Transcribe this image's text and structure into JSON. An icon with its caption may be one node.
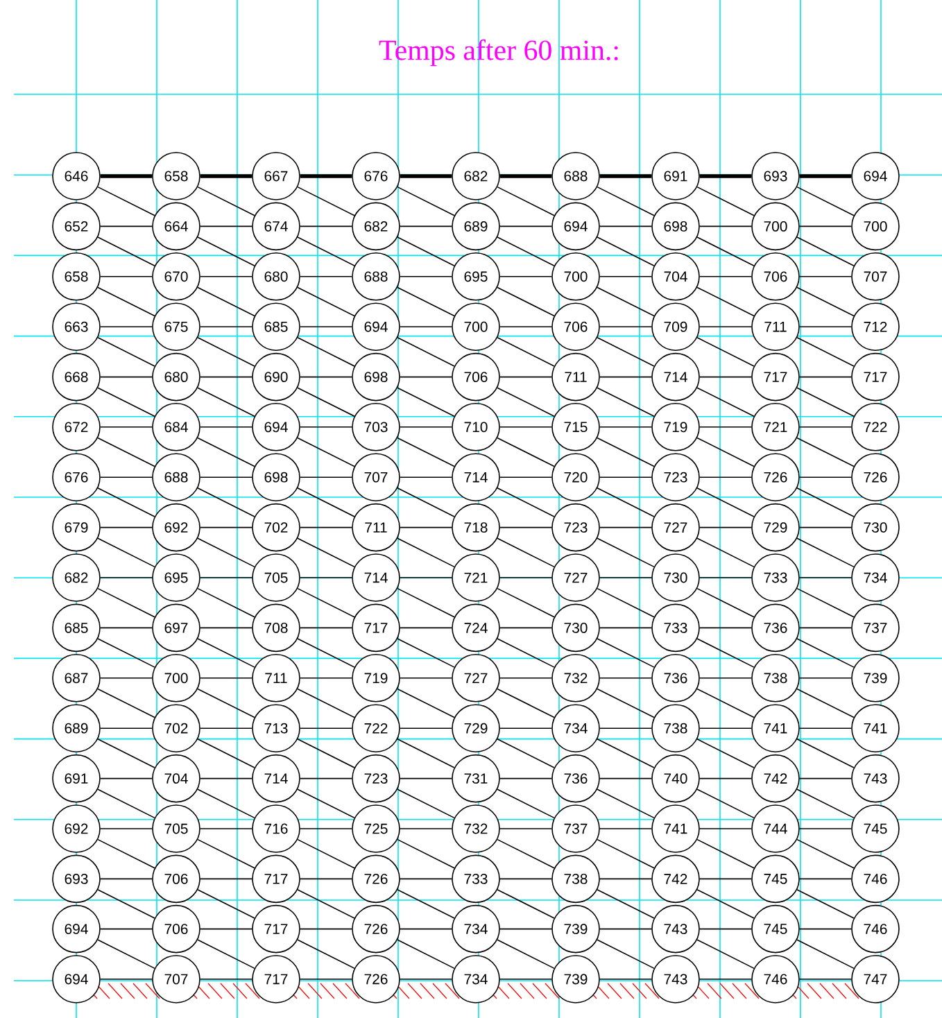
{
  "diagram": {
    "title": "Temps after 60 min.:",
    "nodes": [
      {
        "text": [
          "646"
        ]
      },
      {
        "text": [
          "658"
        ]
      },
      {
        "text": [
          "667"
        ]
      },
      {
        "text": [
          "676"
        ]
      },
      {
        "text": [
          "682"
        ]
      },
      {
        "text": [
          "688"
        ]
      },
      {
        "text": [
          "691"
        ]
      },
      {
        "text": [
          "693"
        ]
      },
      {
        "text": [
          "694"
        ]
      },
      {
        "text": [
          "652"
        ]
      },
      {
        "text": [
          "664"
        ]
      },
      {
        "text": [
          "674"
        ]
      },
      {
        "text": [
          "682"
        ]
      },
      {
        "text": [
          "689"
        ]
      },
      {
        "text": [
          "694"
        ]
      },
      {
        "text": [
          "698"
        ]
      },
      {
        "text": [
          "700"
        ]
      },
      {
        "text": [
          "700"
        ]
      },
      {
        "text": [
          "658"
        ]
      },
      {
        "text": [
          "670"
        ]
      },
      {
        "text": [
          "680"
        ]
      },
      {
        "text": [
          "688"
        ]
      },
      {
        "text": [
          "695"
        ]
      },
      {
        "text": [
          "700"
        ]
      },
      {
        "text": [
          "704"
        ]
      },
      {
        "text": [
          "706"
        ]
      },
      {
        "text": [
          "707"
        ]
      },
      {
        "text": [
          "663"
        ]
      },
      {
        "text": [
          "675"
        ]
      },
      {
        "text": [
          "685"
        ]
      },
      {
        "text": [
          "694"
        ]
      },
      {
        "text": [
          "700"
        ]
      },
      {
        "text": [
          "706"
        ]
      },
      {
        "text": [
          "709"
        ]
      },
      {
        "text": [
          "711"
        ]
      },
      {
        "text": [
          "712"
        ]
      },
      {
        "text": [
          "668"
        ]
      },
      {
        "text": [
          "680"
        ]
      },
      {
        "text": [
          "690"
        ]
      },
      {
        "text": [
          "698"
        ]
      },
      {
        "text": [
          "706"
        ]
      },
      {
        "text": [
          "711"
        ]
      },
      {
        "text": [
          "714"
        ]
      },
      {
        "text": [
          "717"
        ]
      },
      {
        "text": [
          "717"
        ]
      },
      {
        "text": [
          "672"
        ]
      },
      {
        "text": [
          "684"
        ]
      },
      {
        "text": [
          "694"
        ]
      },
      {
        "text": [
          "703"
        ]
      },
      {
        "text": [
          "710"
        ]
      },
      {
        "text": [
          "715"
        ]
      },
      {
        "text": [
          "719"
        ]
      },
      {
        "text": [
          "721"
        ]
      },
      {
        "text": [
          "722"
        ]
      },
      {
        "text": [
          "676"
        ]
      },
      {
        "text": [
          "688"
        ]
      },
      {
        "text": [
          "698"
        ]
      },
      {
        "text": [
          "707"
        ]
      },
      {
        "text": [
          "714"
        ]
      },
      {
        "text": [
          "720"
        ]
      },
      {
        "text": [
          "723"
        ]
      },
      {
        "text": [
          "726"
        ]
      },
      {
        "text": [
          "726"
        ]
      },
      {
        "text": [
          "679"
        ]
      },
      {
        "text": [
          "692"
        ]
      },
      {
        "text": [
          "702"
        ]
      },
      {
        "text": [
          "711"
        ]
      },
      {
        "text": [
          "718"
        ]
      },
      {
        "text": [
          "723"
        ]
      },
      {
        "text": [
          "727"
        ]
      },
      {
        "text": [
          "729"
        ]
      },
      {
        "text": [
          "730"
        ]
      },
      {
        "text": [
          "682"
        ]
      },
      {
        "text": [
          "695"
        ]
      },
      {
        "text": [
          "705"
        ]
      },
      {
        "text": [
          "714"
        ]
      },
      {
        "text": [
          "721"
        ]
      },
      {
        "text": [
          "727"
        ]
      },
      {
        "text": [
          "730"
        ]
      },
      {
        "text": [
          "733"
        ]
      },
      {
        "text": [
          "734"
        ]
      },
      {
        "text": [
          "685"
        ]
      },
      {
        "text": [
          "697"
        ]
      },
      {
        "text": [
          "708"
        ]
      },
      {
        "text": [
          "717"
        ]
      },
      {
        "text": [
          "724"
        ]
      },
      {
        "text": [
          "730"
        ]
      },
      {
        "text": [
          "733"
        ]
      },
      {
        "text": [
          "736"
        ]
      },
      {
        "text": [
          "737"
        ]
      },
      {
        "text": [
          "687"
        ]
      },
      {
        "text": [
          "700"
        ]
      },
      {
        "text": [
          "711"
        ]
      },
      {
        "text": [
          "719"
        ]
      },
      {
        "text": [
          "727"
        ]
      },
      {
        "text": [
          "732"
        ]
      },
      {
        "text": [
          "736"
        ]
      },
      {
        "text": [
          "738"
        ]
      },
      {
        "text": [
          "739"
        ]
      },
      {
        "text": [
          "689"
        ]
      },
      {
        "text": [
          "702"
        ]
      },
      {
        "text": [
          "713"
        ]
      },
      {
        "text": [
          "722"
        ]
      },
      {
        "text": [
          "729"
        ]
      },
      {
        "text": [
          "734"
        ]
      },
      {
        "text": [
          "738"
        ]
      },
      {
        "text": [
          "741"
        ]
      },
      {
        "text": [
          "741"
        ]
      },
      {
        "text": [
          "691"
        ]
      },
      {
        "text": [
          "704"
        ]
      },
      {
        "text": [
          "714"
        ]
      },
      {
        "text": [
          "723"
        ]
      },
      {
        "text": [
          "731"
        ]
      },
      {
        "text": [
          "736"
        ]
      },
      {
        "text": [
          "740"
        ]
      },
      {
        "text": [
          "742"
        ]
      },
      {
        "text": [
          "743"
        ]
      },
      {
        "text": [
          "692"
        ]
      },
      {
        "text": [
          "705"
        ]
      },
      {
        "text": [
          "716"
        ]
      },
      {
        "text": [
          "725"
        ]
      },
      {
        "text": [
          "732"
        ]
      },
      {
        "text": [
          "737"
        ]
      },
      {
        "text": [
          "741"
        ]
      },
      {
        "text": [
          "744"
        ]
      },
      {
        "text": [
          "745"
        ]
      },
      {
        "text": [
          "693"
        ]
      },
      {
        "text": [
          "706"
        ]
      },
      {
        "text": [
          "717"
        ]
      },
      {
        "text": [
          "726"
        ]
      },
      {
        "text": [
          "733"
        ]
      },
      {
        "text": [
          "738"
        ]
      },
      {
        "text": [
          "742"
        ]
      },
      {
        "text": [
          "745"
        ]
      },
      {
        "text": [
          "746"
        ]
      },
      {
        "text": [
          "694"
        ]
      },
      {
        "text": [
          "706"
        ]
      },
      {
        "text": [
          "717"
        ]
      },
      {
        "text": [
          "726"
        ]
      },
      {
        "text": [
          "734"
        ]
      },
      {
        "text": [
          "739"
        ]
      },
      {
        "text": [
          "743"
        ]
      },
      {
        "text": [
          "745"
        ]
      },
      {
        "text": [
          "746"
        ]
      },
      {
        "text": [
          "694"
        ]
      },
      {
        "text": [
          "707"
        ]
      },
      {
        "text": [
          "717"
        ]
      },
      {
        "text": [
          "726"
        ]
      },
      {
        "text": [
          "734"
        ]
      },
      {
        "text": [
          "739"
        ]
      },
      {
        "text": [
          "743"
        ]
      },
      {
        "text": [
          "746"
        ]
      },
      {
        "text": [
          "747"
        ]
      }
    ],
    "edges": [
      {
        "from": 0,
        "to": 1,
        "arrow": "none",
        "style": "thick"
      },
      {
        "from": 1,
        "to": 2,
        "arrow": "none",
        "style": "thick"
      },
      {
        "from": 2,
        "to": 3,
        "arrow": "none",
        "style": "thick"
      },
      {
        "from": 3,
        "to": 4,
        "arrow": "none",
        "style": "thick"
      },
      {
        "from": 4,
        "to": 5,
        "arrow": "none",
        "style": "thick"
      },
      {
        "from": 5,
        "to": 6,
        "arrow": "none",
        "style": "thick"
      },
      {
        "from": 6,
        "to": 7,
        "arrow": "none",
        "style": "thick"
      },
      {
        "from": 7,
        "to": 8,
        "arrow": "none",
        "style": "thick"
      },
      {
        "from": 0,
        "to": 10,
        "arrow": "none"
      },
      {
        "from": 1,
        "to": 11,
        "arrow": "none"
      },
      {
        "from": 2,
        "to": 12,
        "arrow": "none"
      },
      {
        "from": 3,
        "to": 13,
        "arrow": "none"
      },
      {
        "from": 4,
        "to": 14,
        "arrow": "none"
      },
      {
        "from": 5,
        "to": 15,
        "arrow": "none"
      },
      {
        "from": 6,
        "to": 16,
        "arrow": "none"
      },
      {
        "from": 7,
        "to": 17,
        "arrow": "none"
      },
      {
        "from": 9,
        "to": 10,
        "arrow": "none"
      },
      {
        "from": 10,
        "to": 11,
        "arrow": "none"
      },
      {
        "from": 11,
        "to": 12,
        "arrow": "none"
      },
      {
        "from": 12,
        "to": 13,
        "arrow": "none"
      },
      {
        "from": 13,
        "to": 14,
        "arrow": "none"
      },
      {
        "from": 14,
        "to": 15,
        "arrow": "none"
      },
      {
        "from": 15,
        "to": 16,
        "arrow": "none"
      },
      {
        "from": 16,
        "to": 17,
        "arrow": "none"
      },
      {
        "from": 9,
        "to": 19,
        "arrow": "none"
      },
      {
        "from": 10,
        "to": 20,
        "arrow": "none"
      },
      {
        "from": 11,
        "to": 21,
        "arrow": "none"
      },
      {
        "from": 12,
        "to": 22,
        "arrow": "none"
      },
      {
        "from": 13,
        "to": 23,
        "arrow": "none"
      },
      {
        "from": 14,
        "to": 24,
        "arrow": "none"
      },
      {
        "from": 15,
        "to": 25,
        "arrow": "none"
      },
      {
        "from": 16,
        "to": 26,
        "arrow": "none"
      },
      {
        "from": 18,
        "to": 19,
        "arrow": "none"
      },
      {
        "from": 19,
        "to": 20,
        "arrow": "none"
      },
      {
        "from": 20,
        "to": 21,
        "arrow": "none"
      },
      {
        "from": 21,
        "to": 22,
        "arrow": "none"
      },
      {
        "from": 22,
        "to": 23,
        "arrow": "none"
      },
      {
        "from": 23,
        "to": 24,
        "arrow": "none"
      },
      {
        "from": 24,
        "to": 25,
        "arrow": "none"
      },
      {
        "from": 25,
        "to": 26,
        "arrow": "none"
      },
      {
        "from": 18,
        "to": 28,
        "arrow": "none"
      },
      {
        "from": 19,
        "to": 29,
        "arrow": "none"
      },
      {
        "from": 20,
        "to": 30,
        "arrow": "none"
      },
      {
        "from": 21,
        "to": 31,
        "arrow": "none"
      },
      {
        "from": 22,
        "to": 32,
        "arrow": "none"
      },
      {
        "from": 23,
        "to": 33,
        "arrow": "none"
      },
      {
        "from": 24,
        "to": 34,
        "arrow": "none"
      },
      {
        "from": 25,
        "to": 35,
        "arrow": "none"
      },
      {
        "from": 27,
        "to": 28,
        "arrow": "none"
      },
      {
        "from": 28,
        "to": 29,
        "arrow": "none"
      },
      {
        "from": 29,
        "to": 30,
        "arrow": "none"
      },
      {
        "from": 30,
        "to": 31,
        "arrow": "none"
      },
      {
        "from": 31,
        "to": 32,
        "arrow": "none"
      },
      {
        "from": 32,
        "to": 33,
        "arrow": "none"
      },
      {
        "from": 33,
        "to": 34,
        "arrow": "none"
      },
      {
        "from": 34,
        "to": 35,
        "arrow": "none"
      },
      {
        "from": 27,
        "to": 37,
        "arrow": "none"
      },
      {
        "from": 28,
        "to": 38,
        "arrow": "none"
      },
      {
        "from": 29,
        "to": 39,
        "arrow": "none"
      },
      {
        "from": 30,
        "to": 40,
        "arrow": "none"
      },
      {
        "from": 31,
        "to": 41,
        "arrow": "none"
      },
      {
        "from": 32,
        "to": 42,
        "arrow": "none"
      },
      {
        "from": 33,
        "to": 43,
        "arrow": "none"
      },
      {
        "from": 34,
        "to": 44,
        "arrow": "none"
      },
      {
        "from": 36,
        "to": 37,
        "arrow": "none"
      },
      {
        "from": 37,
        "to": 38,
        "arrow": "none"
      },
      {
        "from": 38,
        "to": 39,
        "arrow": "none"
      },
      {
        "from": 39,
        "to": 40,
        "arrow": "none"
      },
      {
        "from": 40,
        "to": 41,
        "arrow": "none"
      },
      {
        "from": 41,
        "to": 42,
        "arrow": "none"
      },
      {
        "from": 42,
        "to": 43,
        "arrow": "none"
      },
      {
        "from": 43,
        "to": 44,
        "arrow": "none"
      },
      {
        "from": 36,
        "to": 46,
        "arrow": "none"
      },
      {
        "from": 37,
        "to": 47,
        "arrow": "none"
      },
      {
        "from": 38,
        "to": 48,
        "arrow": "none"
      },
      {
        "from": 39,
        "to": 49,
        "arrow": "none"
      },
      {
        "from": 40,
        "to": 50,
        "arrow": "none"
      },
      {
        "from": 41,
        "to": 51,
        "arrow": "none"
      },
      {
        "from": 42,
        "to": 52,
        "arrow": "none"
      },
      {
        "from": 43,
        "to": 53,
        "arrow": "none"
      },
      {
        "from": 45,
        "to": 46,
        "arrow": "none"
      },
      {
        "from": 46,
        "to": 47,
        "arrow": "none"
      },
      {
        "from": 47,
        "to": 48,
        "arrow": "none"
      },
      {
        "from": 48,
        "to": 49,
        "arrow": "none"
      },
      {
        "from": 49,
        "to": 50,
        "arrow": "none"
      },
      {
        "from": 50,
        "to": 51,
        "arrow": "none"
      },
      {
        "from": 51,
        "to": 52,
        "arrow": "none"
      },
      {
        "from": 52,
        "to": 53,
        "arrow": "none"
      },
      {
        "from": 45,
        "to": 55,
        "arrow": "none"
      },
      {
        "from": 46,
        "to": 56,
        "arrow": "none"
      },
      {
        "from": 47,
        "to": 57,
        "arrow": "none"
      },
      {
        "from": 48,
        "to": 58,
        "arrow": "none"
      },
      {
        "from": 49,
        "to": 59,
        "arrow": "none"
      },
      {
        "from": 50,
        "to": 60,
        "arrow": "none"
      },
      {
        "from": 51,
        "to": 61,
        "arrow": "none"
      },
      {
        "from": 52,
        "to": 62,
        "arrow": "none"
      },
      {
        "from": 54,
        "to": 55,
        "arrow": "none"
      },
      {
        "from": 55,
        "to": 56,
        "arrow": "none"
      },
      {
        "from": 56,
        "to": 57,
        "arrow": "none"
      },
      {
        "from": 57,
        "to": 58,
        "arrow": "none"
      },
      {
        "from": 58,
        "to": 59,
        "arrow": "none"
      },
      {
        "from": 59,
        "to": 60,
        "arrow": "none"
      },
      {
        "from": 60,
        "to": 61,
        "arrow": "none"
      },
      {
        "from": 61,
        "to": 62,
        "arrow": "none"
      },
      {
        "from": 54,
        "to": 64,
        "arrow": "none"
      },
      {
        "from": 55,
        "to": 65,
        "arrow": "none"
      },
      {
        "from": 56,
        "to": 66,
        "arrow": "none"
      },
      {
        "from": 57,
        "to": 67,
        "arrow": "none"
      },
      {
        "from": 58,
        "to": 68,
        "arrow": "none"
      },
      {
        "from": 59,
        "to": 69,
        "arrow": "none"
      },
      {
        "from": 60,
        "to": 70,
        "arrow": "none"
      },
      {
        "from": 61,
        "to": 71,
        "arrow": "none"
      },
      {
        "from": 63,
        "to": 64,
        "arrow": "none"
      },
      {
        "from": 64,
        "to": 65,
        "arrow": "none"
      },
      {
        "from": 65,
        "to": 66,
        "arrow": "none"
      },
      {
        "from": 66,
        "to": 67,
        "arrow": "none"
      },
      {
        "from": 67,
        "to": 68,
        "arrow": "none"
      },
      {
        "from": 68,
        "to": 69,
        "arrow": "none"
      },
      {
        "from": 69,
        "to": 70,
        "arrow": "none"
      },
      {
        "from": 70,
        "to": 71,
        "arrow": "none"
      },
      {
        "from": 63,
        "to": 73,
        "arrow": "none"
      },
      {
        "from": 64,
        "to": 74,
        "arrow": "none"
      },
      {
        "from": 65,
        "to": 75,
        "arrow": "none"
      },
      {
        "from": 66,
        "to": 76,
        "arrow": "none"
      },
      {
        "from": 67,
        "to": 77,
        "arrow": "none"
      },
      {
        "from": 68,
        "to": 78,
        "arrow": "none"
      },
      {
        "from": 69,
        "to": 79,
        "arrow": "none"
      },
      {
        "from": 70,
        "to": 80,
        "arrow": "none"
      },
      {
        "from": 72,
        "to": 73,
        "arrow": "none"
      },
      {
        "from": 73,
        "to": 74,
        "arrow": "none"
      },
      {
        "from": 74,
        "to": 75,
        "arrow": "none"
      },
      {
        "from": 75,
        "to": 76,
        "arrow": "none"
      },
      {
        "from": 76,
        "to": 77,
        "arrow": "none"
      },
      {
        "from": 77,
        "to": 78,
        "arrow": "none"
      },
      {
        "from": 78,
        "to": 79,
        "arrow": "none"
      },
      {
        "from": 79,
        "to": 80,
        "arrow": "none"
      },
      {
        "from": 72,
        "to": 82,
        "arrow": "none"
      },
      {
        "from": 73,
        "to": 83,
        "arrow": "none"
      },
      {
        "from": 74,
        "to": 84,
        "arrow": "none"
      },
      {
        "from": 75,
        "to": 85,
        "arrow": "none"
      },
      {
        "from": 76,
        "to": 86,
        "arrow": "none"
      },
      {
        "from": 77,
        "to": 87,
        "arrow": "none"
      },
      {
        "from": 78,
        "to": 88,
        "arrow": "none"
      },
      {
        "from": 79,
        "to": 89,
        "arrow": "none"
      },
      {
        "from": 81,
        "to": 82,
        "arrow": "none"
      },
      {
        "from": 82,
        "to": 83,
        "arrow": "none"
      },
      {
        "from": 83,
        "to": 84,
        "arrow": "none"
      },
      {
        "from": 84,
        "to": 85,
        "arrow": "none"
      },
      {
        "from": 85,
        "to": 86,
        "arrow": "none"
      },
      {
        "from": 86,
        "to": 87,
        "arrow": "none"
      },
      {
        "from": 87,
        "to": 88,
        "arrow": "none"
      },
      {
        "from": 88,
        "to": 89,
        "arrow": "none"
      },
      {
        "from": 81,
        "to": 91,
        "arrow": "none"
      },
      {
        "from": 82,
        "to": 92,
        "arrow": "none"
      },
      {
        "from": 83,
        "to": 93,
        "arrow": "none"
      },
      {
        "from": 84,
        "to": 94,
        "arrow": "none"
      },
      {
        "from": 85,
        "to": 95,
        "arrow": "none"
      },
      {
        "from": 86,
        "to": 96,
        "arrow": "none"
      },
      {
        "from": 87,
        "to": 97,
        "arrow": "none"
      },
      {
        "from": 88,
        "to": 98,
        "arrow": "none"
      },
      {
        "from": 90,
        "to": 91,
        "arrow": "none"
      },
      {
        "from": 91,
        "to": 92,
        "arrow": "none"
      },
      {
        "from": 92,
        "to": 93,
        "arrow": "none"
      },
      {
        "from": 93,
        "to": 94,
        "arrow": "none"
      },
      {
        "from": 94,
        "to": 95,
        "arrow": "none"
      },
      {
        "from": 95,
        "to": 96,
        "arrow": "none"
      },
      {
        "from": 96,
        "to": 97,
        "arrow": "none"
      },
      {
        "from": 97,
        "to": 98,
        "arrow": "none"
      },
      {
        "from": 90,
        "to": 100,
        "arrow": "none"
      },
      {
        "from": 91,
        "to": 101,
        "arrow": "none"
      },
      {
        "from": 92,
        "to": 102,
        "arrow": "none"
      },
      {
        "from": 93,
        "to": 103,
        "arrow": "none"
      },
      {
        "from": 94,
        "to": 104,
        "arrow": "none"
      },
      {
        "from": 95,
        "to": 105,
        "arrow": "none"
      },
      {
        "from": 96,
        "to": 106,
        "arrow": "none"
      },
      {
        "from": 97,
        "to": 107,
        "arrow": "none"
      },
      {
        "from": 99,
        "to": 100,
        "arrow": "none"
      },
      {
        "from": 100,
        "to": 101,
        "arrow": "none"
      },
      {
        "from": 101,
        "to": 102,
        "arrow": "none"
      },
      {
        "from": 102,
        "to": 103,
        "arrow": "none"
      },
      {
        "from": 103,
        "to": 104,
        "arrow": "none"
      },
      {
        "from": 104,
        "to": 105,
        "arrow": "none"
      },
      {
        "from": 105,
        "to": 106,
        "arrow": "none"
      },
      {
        "from": 106,
        "to": 107,
        "arrow": "none"
      },
      {
        "from": 99,
        "to": 109,
        "arrow": "none"
      },
      {
        "from": 100,
        "to": 110,
        "arrow": "none"
      },
      {
        "from": 101,
        "to": 111,
        "arrow": "none"
      },
      {
        "from": 102,
        "to": 112,
        "arrow": "none"
      },
      {
        "from": 103,
        "to": 113,
        "arrow": "none"
      },
      {
        "from": 104,
        "to": 114,
        "arrow": "none"
      },
      {
        "from": 105,
        "to": 115,
        "arrow": "none"
      },
      {
        "from": 106,
        "to": 116,
        "arrow": "none"
      },
      {
        "from": 108,
        "to": 109,
        "arrow": "none"
      },
      {
        "from": 109,
        "to": 110,
        "arrow": "none"
      },
      {
        "from": 110,
        "to": 111,
        "arrow": "none"
      },
      {
        "from": 111,
        "to": 112,
        "arrow": "none"
      },
      {
        "from": 112,
        "to": 113,
        "arrow": "none"
      },
      {
        "from": 113,
        "to": 114,
        "arrow": "none"
      },
      {
        "from": 114,
        "to": 115,
        "arrow": "none"
      },
      {
        "from": 115,
        "to": 116,
        "arrow": "none"
      },
      {
        "from": 108,
        "to": 118,
        "arrow": "none"
      },
      {
        "from": 109,
        "to": 119,
        "arrow": "none"
      },
      {
        "from": 110,
        "to": 120,
        "arrow": "none"
      },
      {
        "from": 111,
        "to": 121,
        "arrow": "none"
      },
      {
        "from": 112,
        "to": 122,
        "arrow": "none"
      },
      {
        "from": 113,
        "to": 123,
        "arrow": "none"
      },
      {
        "from": 114,
        "to": 124,
        "arrow": "none"
      },
      {
        "from": 115,
        "to": 125,
        "arrow": "none"
      },
      {
        "from": 117,
        "to": 118,
        "arrow": "none"
      },
      {
        "from": 118,
        "to": 119,
        "arrow": "none"
      },
      {
        "from": 119,
        "to": 120,
        "arrow": "none"
      },
      {
        "from": 120,
        "to": 121,
        "arrow": "none"
      },
      {
        "from": 121,
        "to": 122,
        "arrow": "none"
      },
      {
        "from": 122,
        "to": 123,
        "arrow": "none"
      },
      {
        "from": 123,
        "to": 124,
        "arrow": "none"
      },
      {
        "from": 124,
        "to": 125,
        "arrow": "none"
      },
      {
        "from": 117,
        "to": 127,
        "arrow": "none"
      },
      {
        "from": 118,
        "to": 128,
        "arrow": "none"
      },
      {
        "from": 119,
        "to": 129,
        "arrow": "none"
      },
      {
        "from": 120,
        "to": 130,
        "arrow": "none"
      },
      {
        "from": 121,
        "to": 131,
        "arrow": "none"
      },
      {
        "from": 122,
        "to": 132,
        "arrow": "none"
      },
      {
        "from": 123,
        "to": 133,
        "arrow": "none"
      },
      {
        "from": 124,
        "to": 134,
        "arrow": "none"
      },
      {
        "from": 126,
        "to": 127,
        "arrow": "none"
      },
      {
        "from": 127,
        "to": 128,
        "arrow": "none"
      },
      {
        "from": 128,
        "to": 129,
        "arrow": "none"
      },
      {
        "from": 129,
        "to": 130,
        "arrow": "none"
      },
      {
        "from": 130,
        "to": 131,
        "arrow": "none"
      },
      {
        "from": 131,
        "to": 132,
        "arrow": "none"
      },
      {
        "from": 132,
        "to": 133,
        "arrow": "none"
      },
      {
        "from": 133,
        "to": 134,
        "arrow": "none"
      },
      {
        "from": 126,
        "to": 136,
        "arrow": "none"
      },
      {
        "from": 127,
        "to": 137,
        "arrow": "none"
      },
      {
        "from": 128,
        "to": 138,
        "arrow": "none"
      },
      {
        "from": 129,
        "to": 139,
        "arrow": "none"
      },
      {
        "from": 130,
        "to": 140,
        "arrow": "none"
      },
      {
        "from": 131,
        "to": 141,
        "arrow": "none"
      },
      {
        "from": 132,
        "to": 142,
        "arrow": "none"
      },
      {
        "from": 133,
        "to": 143,
        "arrow": "none"
      },
      {
        "from": 135,
        "to": 136,
        "arrow": "none"
      },
      {
        "from": 136,
        "to": 137,
        "arrow": "none"
      },
      {
        "from": 137,
        "to": 138,
        "arrow": "none"
      },
      {
        "from": 138,
        "to": 139,
        "arrow": "none"
      },
      {
        "from": 139,
        "to": 140,
        "arrow": "none"
      },
      {
        "from": 140,
        "to": 141,
        "arrow": "none"
      },
      {
        "from": 141,
        "to": 142,
        "arrow": "none"
      },
      {
        "from": 142,
        "to": 143,
        "arrow": "none"
      },
      {
        "from": 135,
        "to": 145,
        "arrow": "none"
      },
      {
        "from": 136,
        "to": 146,
        "arrow": "none"
      },
      {
        "from": 137,
        "to": 147,
        "arrow": "none"
      },
      {
        "from": 138,
        "to": 148,
        "arrow": "none"
      },
      {
        "from": 139,
        "to": 149,
        "arrow": "none"
      },
      {
        "from": 140,
        "to": 150,
        "arrow": "none"
      },
      {
        "from": 141,
        "to": 151,
        "arrow": "none"
      },
      {
        "from": 142,
        "to": 152,
        "arrow": "none"
      },
      {
        "from": 144,
        "to": 145,
        "arrow": "none"
      },
      {
        "from": 145,
        "to": 146,
        "arrow": "none"
      },
      {
        "from": 146,
        "to": 147,
        "arrow": "none"
      },
      {
        "from": 147,
        "to": 148,
        "arrow": "none"
      },
      {
        "from": 148,
        "to": 149,
        "arrow": "none"
      },
      {
        "from": 149,
        "to": 150,
        "arrow": "none"
      },
      {
        "from": 150,
        "to": 151,
        "arrow": "none"
      },
      {
        "from": 151,
        "to": 152,
        "arrow": "none"
      }
    ]
  }
}
